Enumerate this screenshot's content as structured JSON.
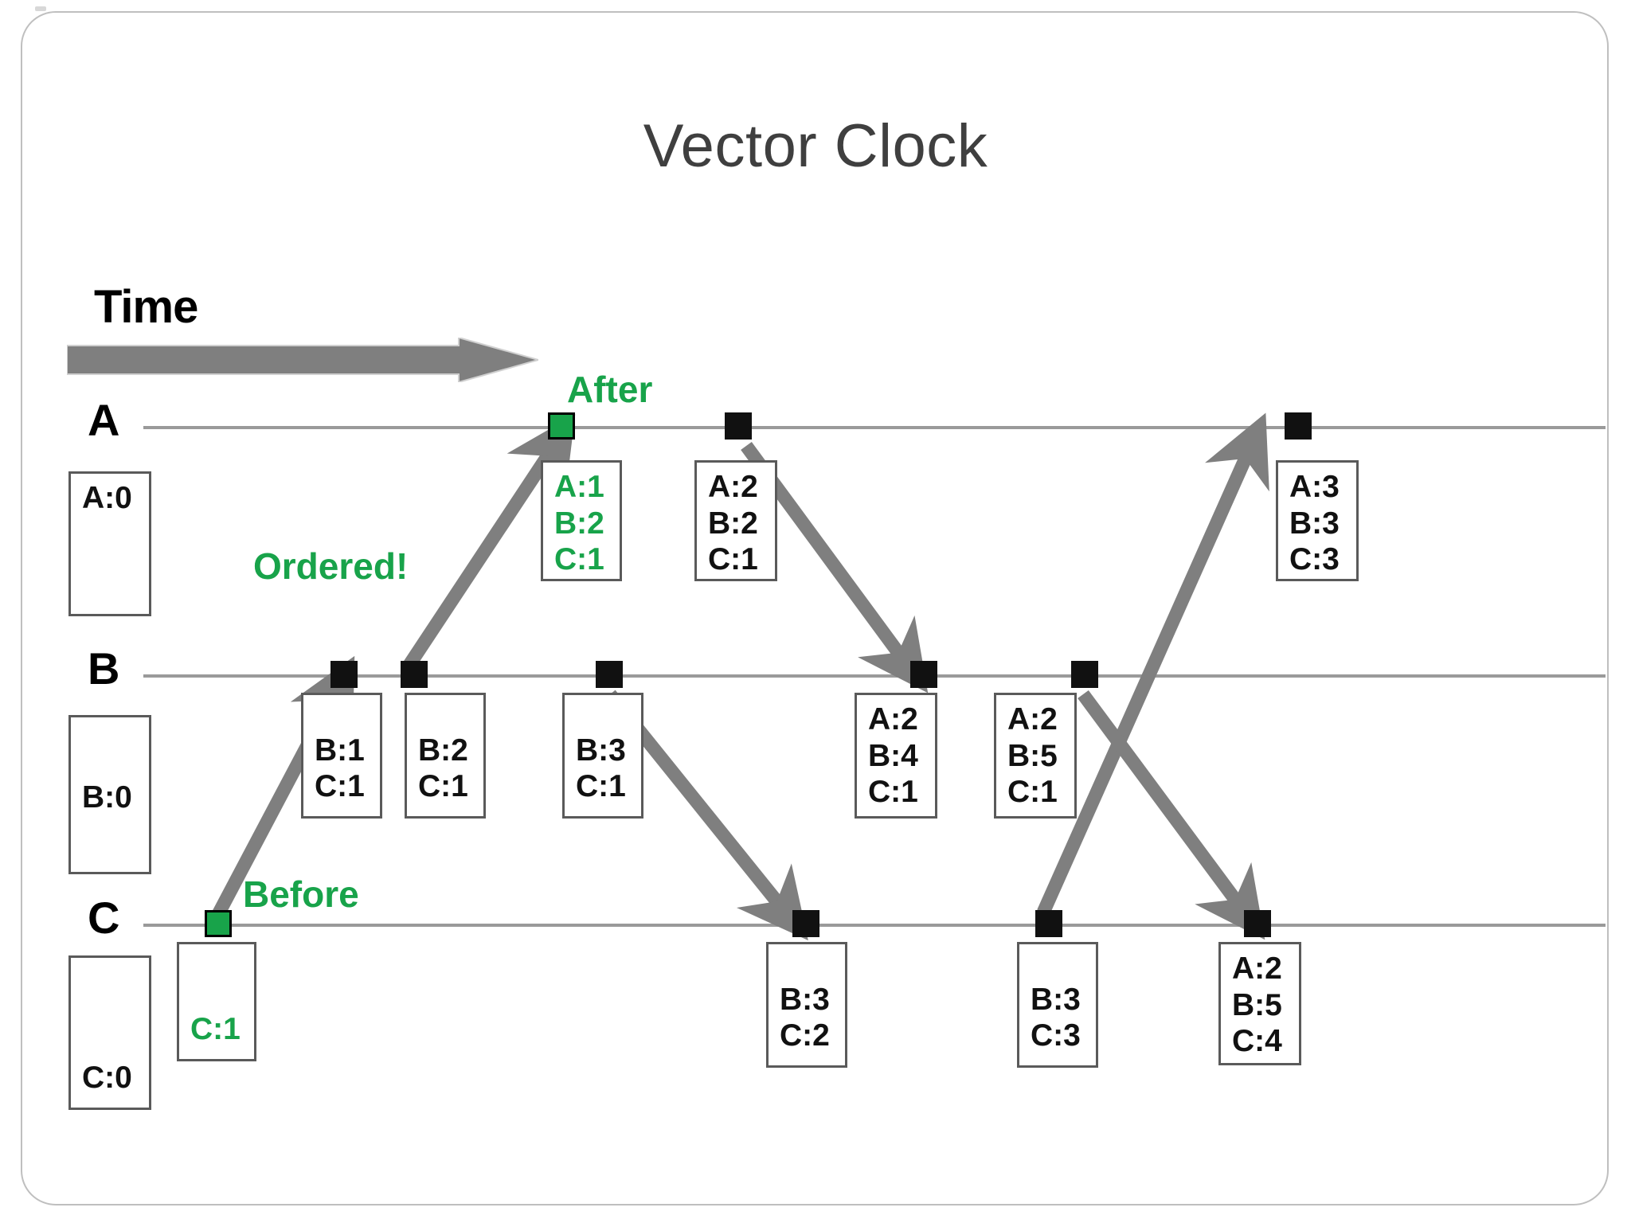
{
  "slide": {
    "title": "Vector Clock",
    "time_axis": {
      "label": "Time",
      "icon": "right-arrow-icon"
    }
  },
  "processes": [
    {
      "id": "A",
      "label": "A",
      "initial_box": [
        "A:0"
      ]
    },
    {
      "id": "B",
      "label": "B",
      "initial_box": [
        "B:0"
      ]
    },
    {
      "id": "C",
      "label": "C",
      "initial_box": [
        "C:0"
      ]
    }
  ],
  "annotations": [
    {
      "id": "after",
      "text": "After",
      "color": "#18a34a"
    },
    {
      "id": "ordered",
      "text": "Ordered!",
      "color": "#18a34a"
    },
    {
      "id": "before",
      "text": "Before",
      "color": "#18a34a"
    }
  ],
  "colors": {
    "highlight": "#18a34a",
    "node": "#111111",
    "line": "#9a9a9a",
    "arrow": "#7f7f7f",
    "title": "#3f3f3f",
    "box_border": "#5a5a5a"
  },
  "events": [
    {
      "process": "A",
      "index": 0,
      "highlight": true,
      "clock": [
        "A:1",
        "B:2",
        "C:1"
      ]
    },
    {
      "process": "A",
      "index": 1,
      "highlight": false,
      "clock": [
        "A:2",
        "B:2",
        "C:1"
      ]
    },
    {
      "process": "A",
      "index": 2,
      "highlight": false,
      "clock": [
        "A:3",
        "B:3",
        "C:3"
      ]
    },
    {
      "process": "B",
      "index": 0,
      "highlight": false,
      "clock": [
        "B:1",
        "C:1"
      ]
    },
    {
      "process": "B",
      "index": 1,
      "highlight": false,
      "clock": [
        "B:2",
        "C:1"
      ]
    },
    {
      "process": "B",
      "index": 2,
      "highlight": false,
      "clock": [
        "B:3",
        "C:1"
      ]
    },
    {
      "process": "B",
      "index": 3,
      "highlight": false,
      "clock": [
        "A:2",
        "B:4",
        "C:1"
      ]
    },
    {
      "process": "B",
      "index": 4,
      "highlight": false,
      "clock": [
        "A:2",
        "B:5",
        "C:1"
      ]
    },
    {
      "process": "C",
      "index": 0,
      "highlight": true,
      "clock": [
        "C:1"
      ]
    },
    {
      "process": "C",
      "index": 1,
      "highlight": false,
      "clock": [
        "B:3",
        "C:2"
      ]
    },
    {
      "process": "C",
      "index": 2,
      "highlight": false,
      "clock": [
        "B:3",
        "C:3"
      ]
    },
    {
      "process": "C",
      "index": 3,
      "highlight": false,
      "clock": [
        "A:2",
        "B:5",
        "C:4"
      ]
    }
  ],
  "messages": [
    {
      "from": "C0",
      "to": "B0"
    },
    {
      "from": "B1",
      "to": "A0"
    },
    {
      "from": "A1",
      "to": "B3"
    },
    {
      "from": "B2",
      "to": "C1"
    },
    {
      "from": "C2",
      "to": "A2"
    },
    {
      "from": "B4",
      "to": "C3"
    }
  ]
}
